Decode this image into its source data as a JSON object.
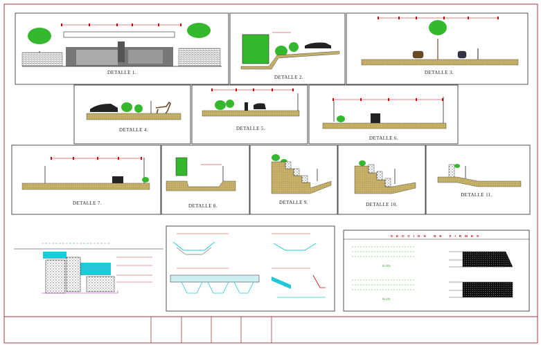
{
  "details": [
    {
      "label": "DETALLE 1."
    },
    {
      "label": "DETALLE 2."
    },
    {
      "label": "DETALLE 3."
    },
    {
      "label": "DETALLE 4."
    },
    {
      "label": "DETALLE 5."
    },
    {
      "label": "DETALLE 6."
    },
    {
      "label": "DETALLE 7."
    },
    {
      "label": "DETALLE 8."
    },
    {
      "label": "DETALLE 9."
    },
    {
      "label": "DETALLE 10."
    },
    {
      "label": "DETALLE 11."
    }
  ],
  "firmes": {
    "title": "SECCION DE FIRMES",
    "section_a": "B-201",
    "section_b": "B-121"
  },
  "colors": {
    "frame": "#a23a3a",
    "ground": "#c8b46a",
    "tree_green": "#36b82e",
    "dim_red": "#cc0000",
    "text_green": "#33aa33",
    "water_cyan": "#22c8d8",
    "ink": "#111111"
  }
}
